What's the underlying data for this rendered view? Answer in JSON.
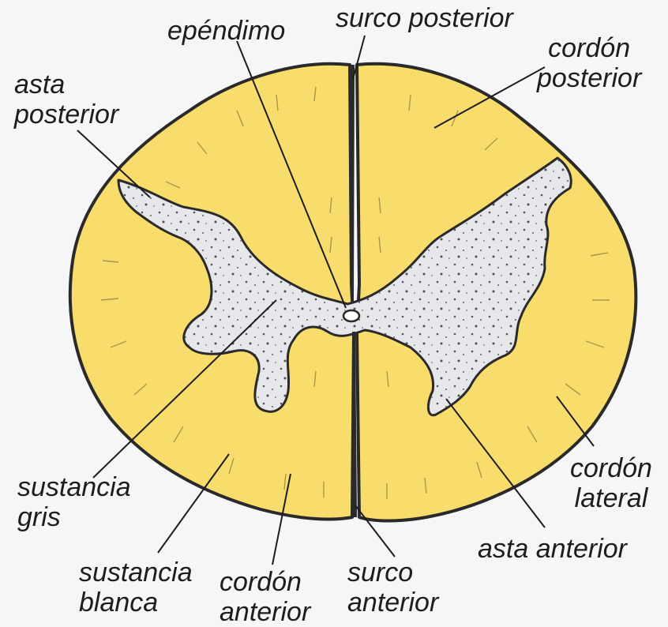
{
  "labels": {
    "ependimo": "epéndimo",
    "surco_posterior": "surco posterior",
    "cordon_posterior": [
      "cordón",
      "posterior"
    ],
    "asta_posterior": [
      "asta",
      "posterior"
    ],
    "sustancia_gris": [
      "sustancia",
      "gris"
    ],
    "sustancia_blanca": [
      "sustancia",
      "blanca"
    ],
    "cordon_anterior": [
      "cordón",
      "anterior"
    ],
    "surco_anterior": [
      "surco",
      "anterior"
    ],
    "asta_anterior": "asta anterior",
    "cordon_lateral": [
      "cordón",
      "lateral"
    ]
  },
  "colors": {
    "white_matter": "#f8dc6c",
    "grey_matter": "#e6e7ea",
    "outline": "#2a2a2a",
    "background": "#f6f5f7"
  }
}
